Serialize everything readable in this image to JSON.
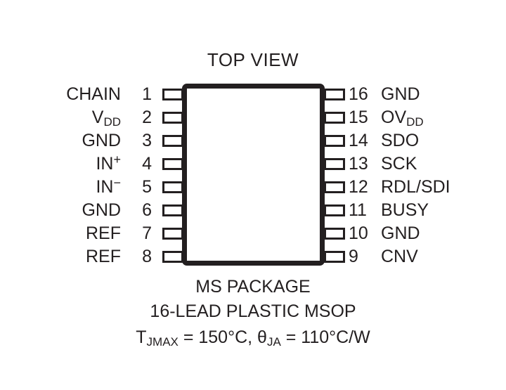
{
  "title": "TOP VIEW",
  "package": {
    "body_label": "",
    "outline_color": "#231f20",
    "background_color": "#ffffff"
  },
  "pins": {
    "left": [
      {
        "number": "1",
        "name": "CHAIN",
        "name_base": "CHAIN",
        "sub": "",
        "sup": ""
      },
      {
        "number": "2",
        "name": "VDD",
        "name_base": "V",
        "sub": "DD",
        "sup": ""
      },
      {
        "number": "3",
        "name": "GND",
        "name_base": "GND",
        "sub": "",
        "sup": ""
      },
      {
        "number": "4",
        "name": "IN+",
        "name_base": "IN",
        "sub": "",
        "sup": "+"
      },
      {
        "number": "5",
        "name": "IN-",
        "name_base": "IN",
        "sub": "",
        "sup": "−"
      },
      {
        "number": "6",
        "name": "GND",
        "name_base": "GND",
        "sub": "",
        "sup": ""
      },
      {
        "number": "7",
        "name": "REF",
        "name_base": "REF",
        "sub": "",
        "sup": ""
      },
      {
        "number": "8",
        "name": "REF",
        "name_base": "REF",
        "sub": "",
        "sup": ""
      }
    ],
    "right": [
      {
        "number": "16",
        "name": "GND",
        "name_base": "GND",
        "sub": "",
        "sup": ""
      },
      {
        "number": "15",
        "name": "OVDD",
        "name_base": "OV",
        "sub": "DD",
        "sup": ""
      },
      {
        "number": "14",
        "name": "SDO",
        "name_base": "SDO",
        "sub": "",
        "sup": ""
      },
      {
        "number": "13",
        "name": "SCK",
        "name_base": "SCK",
        "sub": "",
        "sup": ""
      },
      {
        "number": "12",
        "name": "RDL/SDI",
        "name_base": "RDL/SDI",
        "sub": "",
        "sup": ""
      },
      {
        "number": "11",
        "name": "BUSY",
        "name_base": "BUSY",
        "sub": "",
        "sup": ""
      },
      {
        "number": "10",
        "name": "GND",
        "name_base": "GND",
        "sub": "",
        "sup": ""
      },
      {
        "number": "9",
        "name": "CNV",
        "name_base": "CNV",
        "sub": "",
        "sup": ""
      }
    ]
  },
  "caption": {
    "line1": "MS PACKAGE",
    "line2": "16-LEAD PLASTIC MSOP",
    "thermal": {
      "tj_symbol": "T",
      "tj_sub": "JMAX",
      "tj_eq": " = 150°C, ",
      "theta_symbol": "θ",
      "theta_sub": "JA",
      "theta_eq": " = 110°C/W"
    }
  }
}
